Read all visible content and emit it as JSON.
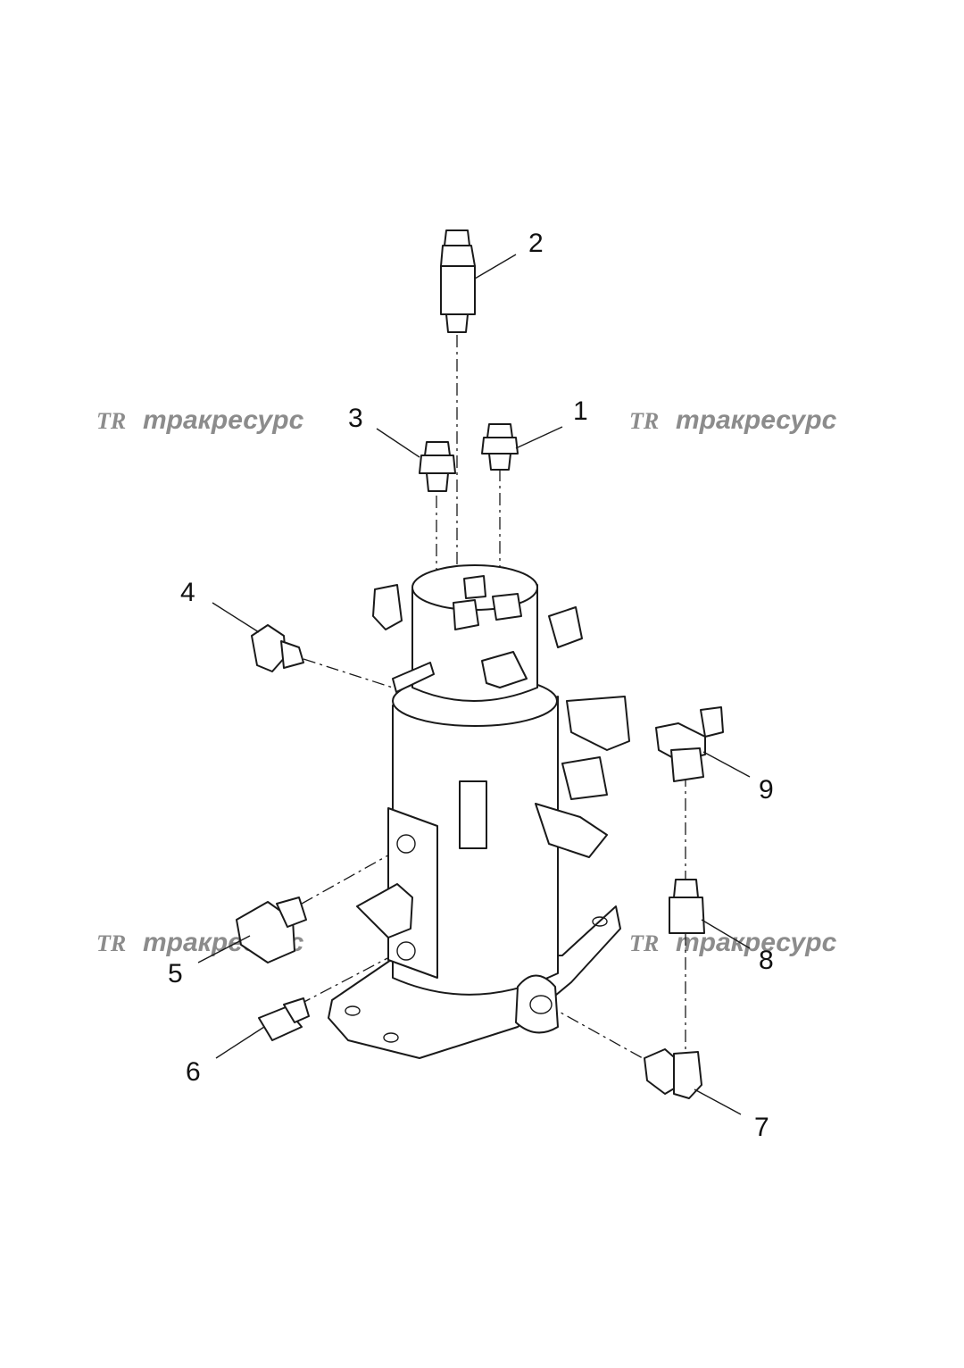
{
  "watermark": {
    "logo_text": "TR",
    "brand_text": "тракресурс",
    "color": "#8c8c8c"
  },
  "callouts": [
    {
      "label": "1"
    },
    {
      "label": "2"
    },
    {
      "label": "3"
    },
    {
      "label": "4"
    },
    {
      "label": "5"
    },
    {
      "label": "6"
    },
    {
      "label": "7"
    },
    {
      "label": "8"
    },
    {
      "label": "9"
    }
  ],
  "colors": {
    "line": "#1a1a1a",
    "background": "#ffffff"
  }
}
